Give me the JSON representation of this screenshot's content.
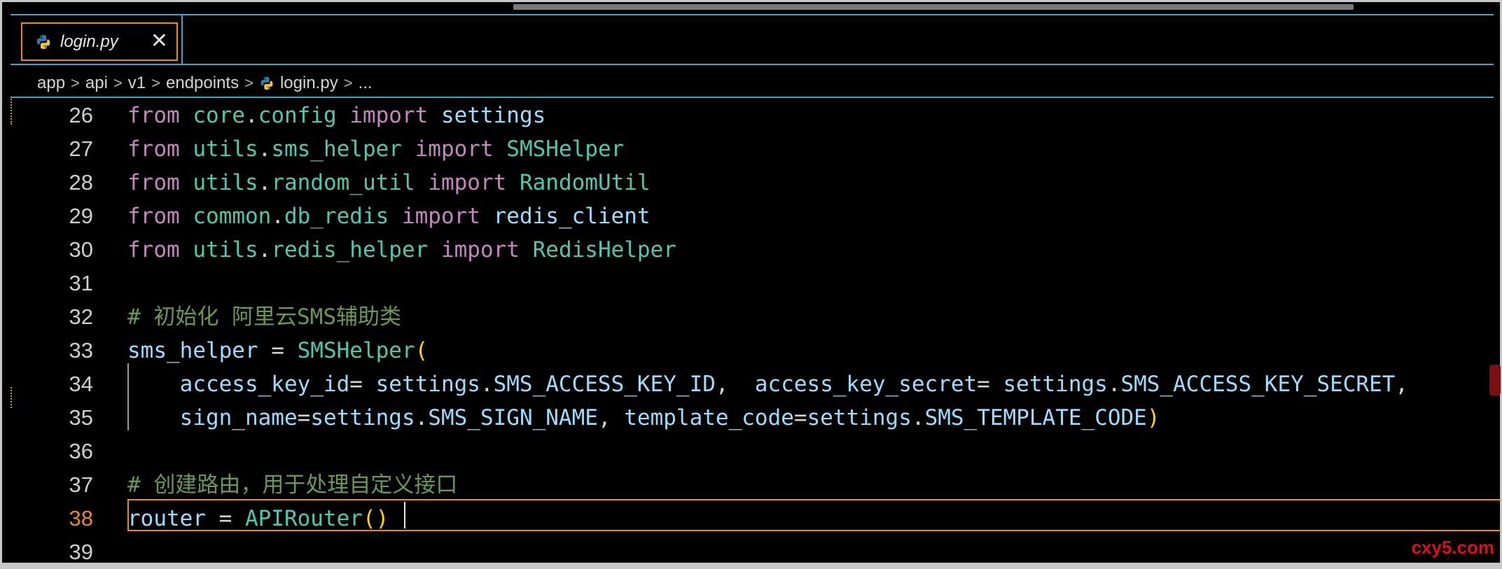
{
  "tab": {
    "filename": "login.py",
    "close_label": "✕"
  },
  "breadcrumb": {
    "items": [
      "app",
      "api",
      "v1",
      "endpoints",
      "login.py",
      "..."
    ]
  },
  "lines": [
    {
      "num": "26",
      "tokens": [
        [
          "kw",
          "from"
        ],
        [
          "punc",
          " "
        ],
        [
          "mod",
          "core"
        ],
        [
          "punc",
          "."
        ],
        [
          "mod",
          "config"
        ],
        [
          "punc",
          " "
        ],
        [
          "kw",
          "import"
        ],
        [
          "punc",
          " "
        ],
        [
          "var",
          "settings"
        ]
      ]
    },
    {
      "num": "27",
      "tokens": [
        [
          "kw",
          "from"
        ],
        [
          "punc",
          " "
        ],
        [
          "mod",
          "utils"
        ],
        [
          "punc",
          "."
        ],
        [
          "mod",
          "sms_helper"
        ],
        [
          "punc",
          " "
        ],
        [
          "kw",
          "import"
        ],
        [
          "punc",
          " "
        ],
        [
          "cls",
          "SMSHelper"
        ]
      ]
    },
    {
      "num": "28",
      "tokens": [
        [
          "kw",
          "from"
        ],
        [
          "punc",
          " "
        ],
        [
          "mod",
          "utils"
        ],
        [
          "punc",
          "."
        ],
        [
          "mod",
          "random_util"
        ],
        [
          "punc",
          " "
        ],
        [
          "kw",
          "import"
        ],
        [
          "punc",
          " "
        ],
        [
          "cls",
          "RandomUtil"
        ]
      ]
    },
    {
      "num": "29",
      "tokens": [
        [
          "kw",
          "from"
        ],
        [
          "punc",
          " "
        ],
        [
          "mod",
          "common"
        ],
        [
          "punc",
          "."
        ],
        [
          "mod",
          "db_redis"
        ],
        [
          "punc",
          " "
        ],
        [
          "kw",
          "import"
        ],
        [
          "punc",
          " "
        ],
        [
          "var",
          "redis_client"
        ]
      ]
    },
    {
      "num": "30",
      "tokens": [
        [
          "kw",
          "from"
        ],
        [
          "punc",
          " "
        ],
        [
          "mod",
          "utils"
        ],
        [
          "punc",
          "."
        ],
        [
          "mod",
          "redis_helper"
        ],
        [
          "punc",
          " "
        ],
        [
          "kw",
          "import"
        ],
        [
          "punc",
          " "
        ],
        [
          "cls",
          "RedisHelper"
        ]
      ]
    },
    {
      "num": "31",
      "tokens": []
    },
    {
      "num": "32",
      "tokens": [
        [
          "cmt",
          "# 初始化 阿里云SMS辅助类"
        ]
      ]
    },
    {
      "num": "33",
      "tokens": [
        [
          "var",
          "sms_helper"
        ],
        [
          "punc",
          " = "
        ],
        [
          "cls",
          "SMSHelper"
        ],
        [
          "paren",
          "("
        ]
      ]
    },
    {
      "num": "34",
      "tokens": [
        [
          "punc",
          "    "
        ],
        [
          "var",
          "access_key_id"
        ],
        [
          "punc",
          "= "
        ],
        [
          "var",
          "settings"
        ],
        [
          "punc",
          "."
        ],
        [
          "var",
          "SMS_ACCESS_KEY_ID"
        ],
        [
          "punc",
          ",  "
        ],
        [
          "var",
          "access_key_secret"
        ],
        [
          "punc",
          "= "
        ],
        [
          "var",
          "settings"
        ],
        [
          "punc",
          "."
        ],
        [
          "var",
          "SMS_ACCESS_KEY_SECRET"
        ],
        [
          "punc",
          ","
        ]
      ]
    },
    {
      "num": "35",
      "tokens": [
        [
          "punc",
          "    "
        ],
        [
          "var",
          "sign_name"
        ],
        [
          "punc",
          "="
        ],
        [
          "var",
          "settings"
        ],
        [
          "punc",
          "."
        ],
        [
          "var",
          "SMS_SIGN_NAME"
        ],
        [
          "punc",
          ", "
        ],
        [
          "var",
          "template_code"
        ],
        [
          "punc",
          "="
        ],
        [
          "var",
          "settings"
        ],
        [
          "punc",
          "."
        ],
        [
          "var",
          "SMS_TEMPLATE_CODE"
        ],
        [
          "paren",
          ")"
        ]
      ]
    },
    {
      "num": "36",
      "tokens": []
    },
    {
      "num": "37",
      "tokens": [
        [
          "cmt",
          "# 创建路由，用于处理自定义接口"
        ]
      ]
    },
    {
      "num": "38",
      "tokens": [
        [
          "var",
          "router"
        ],
        [
          "punc",
          " = "
        ],
        [
          "cls",
          "APIRouter"
        ],
        [
          "paren",
          "()"
        ]
      ],
      "active": true
    },
    {
      "num": "39",
      "tokens": []
    }
  ],
  "watermark": "cxy5.com",
  "colors": {
    "accent_orange": "#e8892a",
    "border_blue": "#3fa6c9",
    "keyword": "#c586c0",
    "module": "#4ec9b0",
    "variable": "#9cdcfe",
    "comment": "#6a9955",
    "bracket": "#ffd700"
  },
  "icons": {
    "file_icon": "python-icon",
    "tab_close": "close-icon",
    "breadcrumb_separator": "chevron-right-icon"
  }
}
